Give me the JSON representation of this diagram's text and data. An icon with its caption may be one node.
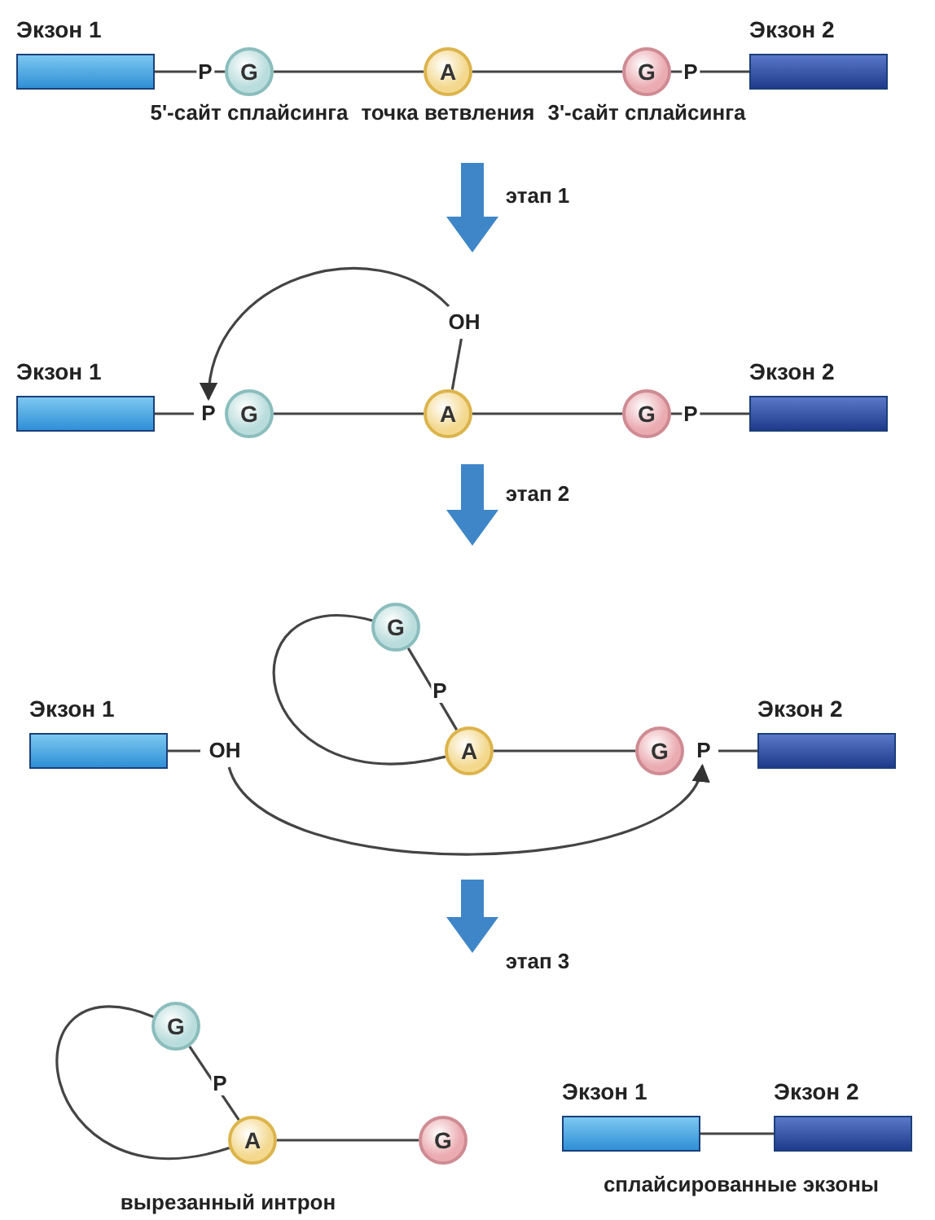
{
  "diagram": {
    "nodes": [
      {
        "text": [
          "Экзон 1"
        ]
      },
      {
        "text": [
          "G"
        ],
        "beside": [
          "5'-сайт сплайсинга"
        ]
      },
      {
        "text": [
          "A"
        ],
        "beside": [
          "точка ветвления"
        ]
      },
      {
        "text": [
          "G"
        ],
        "beside": [
          "3'-сайт сплайсинга"
        ]
      },
      {
        "text": [
          "Экзон 2"
        ]
      },
      {
        "text": [
          "Экзон 1"
        ]
      },
      {
        "text": [
          "P"
        ]
      },
      {
        "text": [
          "G"
        ]
      },
      {
        "text": [
          "A"
        ]
      },
      {
        "text": [
          "OH"
        ]
      },
      {
        "text": [
          "G"
        ]
      },
      {
        "text": [
          "Экзон 2"
        ]
      },
      {
        "text": [
          "Экзон 1"
        ]
      },
      {
        "text": [
          "OH"
        ]
      },
      {
        "text": [
          "G"
        ]
      },
      {
        "text": [
          "A"
        ]
      },
      {
        "text": [
          "G"
        ]
      },
      {
        "text": [
          "P"
        ]
      },
      {
        "text": [
          "Экзон 2"
        ]
      },
      {
        "text": [
          "G"
        ]
      },
      {
        "text": [
          "A"
        ]
      },
      {
        "text": [
          "G"
        ]
      },
      {
        "text": [
          "Экзон 1"
        ]
      },
      {
        "text": [
          "Экзон 2"
        ]
      }
    ],
    "edges": [
      {
        "from": 0,
        "to": 1,
        "arrow": "none"
      },
      {
        "from": 1,
        "to": 2,
        "arrow": "none"
      },
      {
        "from": 2,
        "to": 3,
        "arrow": "none"
      },
      {
        "from": 3,
        "to": 4,
        "arrow": "none"
      },
      {
        "from": 5,
        "to": 6,
        "arrow": "none"
      },
      {
        "from": 7,
        "to": 8,
        "arrow": "none"
      },
      {
        "from": 8,
        "to": 9,
        "arrow": "none"
      },
      {
        "from": 8,
        "to": 10,
        "arrow": "none"
      },
      {
        "from": 10,
        "to": 11,
        "arrow": "none"
      },
      {
        "from": 9,
        "to": 6,
        "arrow": "to"
      },
      {
        "from": 12,
        "to": 13,
        "arrow": "none"
      },
      {
        "from": 14,
        "to": 15,
        "arrow": "none"
      },
      {
        "from": 14,
        "to": 15,
        "arrow": "none"
      },
      {
        "from": 15,
        "to": 16,
        "arrow": "none"
      },
      {
        "from": 17,
        "to": 18,
        "arrow": "none"
      },
      {
        "from": 13,
        "to": 17,
        "arrow": "to"
      },
      {
        "from": 19,
        "to": 20,
        "arrow": "none"
      },
      {
        "from": 19,
        "to": 20,
        "arrow": "none"
      },
      {
        "from": 20,
        "to": 21,
        "arrow": "none"
      },
      {
        "from": 22,
        "to": 23,
        "arrow": "none"
      }
    ],
    "labels": [
      "P",
      "P",
      "этап 1",
      "P",
      "этап 2",
      "P",
      "этап 3",
      "P",
      "вырезанный интрон",
      "сплайсированные экзоны"
    ]
  }
}
